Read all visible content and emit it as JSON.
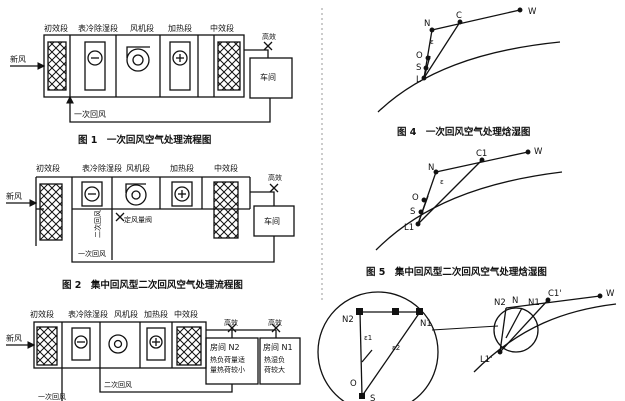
{
  "fig1": {
    "sections": [
      "初效段",
      "表冷除湿段",
      "风机段",
      "加热段",
      "中效段"
    ],
    "high_eff": "高效",
    "fresh_air": "新风",
    "room": "车间",
    "return_air": "一次回风",
    "caption": "图 1　一次回风空气处理流程图"
  },
  "fig2": {
    "sections": [
      "初效段",
      "表冷除湿段",
      "风机段",
      "加热段",
      "中效段"
    ],
    "high_eff": "高效",
    "fresh_air": "新风",
    "room": "车间",
    "const_valve": "定风量阀",
    "return_air_1": "一次回风",
    "return_air_2": "二次回风",
    "caption": "图 2　集中回风型二次回风空气处理流程图"
  },
  "fig3": {
    "sections": [
      "初效段",
      "表冷除湿段",
      "风机段",
      "加热段",
      "中效段"
    ],
    "high_eff_1": "高效",
    "high_eff_2": "高效",
    "fresh_air": "新风",
    "room_n2_line1": "房间 N2",
    "room_n2_line2": "热负荷量适",
    "room_n2_line3": "量热荷较小",
    "room_n1_line1": "房间 N1",
    "room_n1_line2": "热湿负",
    "room_n1_line3": "荷较大",
    "return_air_2": "二次回风",
    "return_air_1": "一次回风"
  },
  "fig4": {
    "points": [
      "N",
      "C",
      "W",
      "O",
      "S",
      "L"
    ],
    "epsilon": "ε",
    "caption": "图 4　一次回风空气处理焓湿图"
  },
  "fig5": {
    "points": [
      "N",
      "C1",
      "W",
      "O",
      "S",
      "L1"
    ],
    "epsilon": "ε",
    "caption": "图 5　集中回风型二次回风空气处理焓湿图"
  },
  "fig6": {
    "zoom_points": [
      "N2",
      "N1",
      "O",
      "S"
    ],
    "zoom_labels": [
      "ε1",
      "ε2"
    ],
    "small_points": [
      "N2",
      "N",
      "N1",
      "C1'",
      "W",
      "L1'"
    ]
  }
}
